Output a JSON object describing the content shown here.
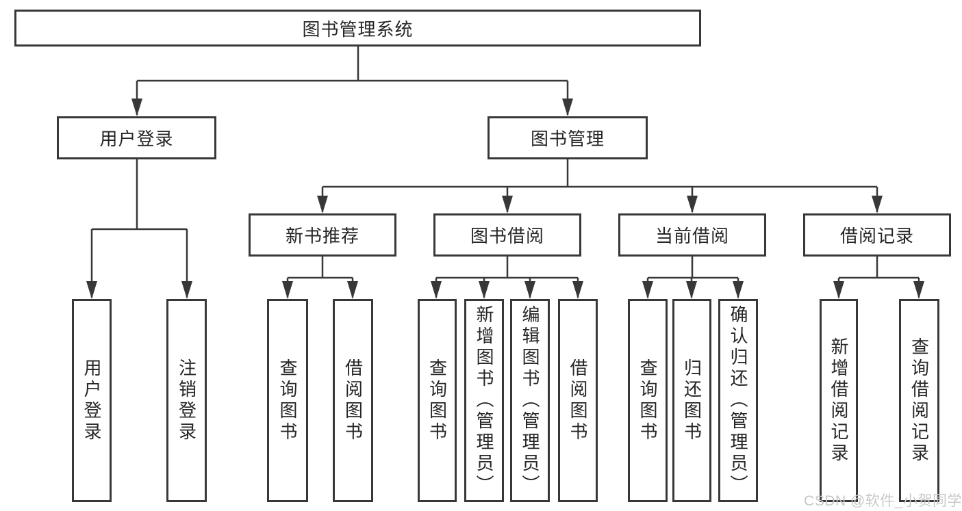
{
  "title": "图书管理系统",
  "watermark": "CSDN @软件_小贺同学",
  "colors": {
    "line": "#383838",
    "box_border": "#383838",
    "box_fill": "#ffffff",
    "text": "#262626",
    "watermark": "#c8c8c8"
  },
  "tree": {
    "root": "图书管理系统",
    "children": [
      {
        "label": "用户登录",
        "children": [
          "用户登录",
          "注销登录"
        ]
      },
      {
        "label": "图书管理",
        "children": [
          {
            "label": "新书推荐",
            "children": [
              "查询图书",
              "借阅图书"
            ]
          },
          {
            "label": "图书借阅",
            "children": [
              "查询图书",
              "新增图书（管理员）",
              "编辑图书（管理员）",
              "借阅图书"
            ]
          },
          {
            "label": "当前借阅",
            "children": [
              "查询图书",
              "归还图书",
              "确认归还（管理员）"
            ]
          },
          {
            "label": "借阅记录",
            "children": [
              "新增借阅记录",
              "查询借阅记录"
            ]
          }
        ]
      }
    ]
  }
}
